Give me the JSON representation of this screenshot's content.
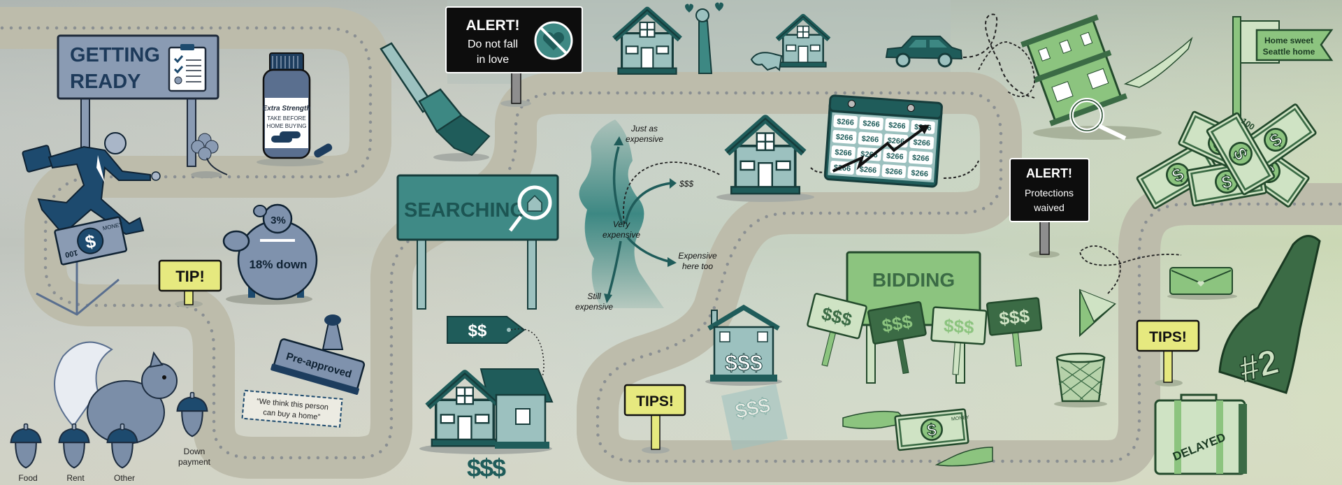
{
  "sections": {
    "getting_ready": {
      "line1": "GETTING",
      "line2": "READY"
    },
    "searching": "SEARCHING",
    "bidding": "BIDDING"
  },
  "pill_bottle": {
    "brand": "Extra Strength",
    "line1": "TAKE BEFORE",
    "line2": "HOME BUYING"
  },
  "piggy_bank": {
    "small": "3%",
    "large": "18% down"
  },
  "tips": {
    "tip_left": "TIP!",
    "tips_middle": "TIPS!",
    "tips_right": "TIPS!"
  },
  "stamp": "Pre-approved",
  "quote": {
    "line1": "“We think this person",
    "line2": "can buy a home”"
  },
  "acorns": {
    "food": "Food",
    "rent": "Rent",
    "other": "Other",
    "down_line1": "Down",
    "down_line2": "payment"
  },
  "alerts": [
    {
      "title": "ALERT!",
      "line1": "Do not fall",
      "line2": "in love"
    },
    {
      "title": "ALERT!",
      "line1": "Protections",
      "line2": "waived"
    }
  ],
  "price_tag": "$$",
  "house_price": "$$$",
  "map_labels": {
    "north_1": "Just as",
    "north_2": "expensive",
    "east": "$$$",
    "center_1": "Very",
    "center_2": "expensive",
    "southeast_1": "Expensive",
    "southeast_2": "here too",
    "south_1": "Still",
    "south_2": "expensive"
  },
  "calendar": {
    "cells": [
      "$266",
      "$266",
      "$266",
      "$266",
      "$266",
      "$266",
      "$266",
      "$266",
      "$266",
      "$266",
      "$266",
      "$266",
      "$266",
      "$266",
      "$266",
      "$266"
    ]
  },
  "bid_paddles": [
    "$$$",
    "$$$",
    "$$$",
    "$$$"
  ],
  "house_dollars": "$$$",
  "house_reflection": "$$$",
  "flag": {
    "line1": "Home sweet",
    "line2": "Seattle home"
  },
  "foam_finger": "#2",
  "suitcase": "DELAYED",
  "money": {
    "denomination": "100",
    "label": "MONEY"
  },
  "colors": {
    "navy": "#1d3d5e",
    "steel": "#8a9bb3",
    "teal_dark": "#1f5c5a",
    "teal": "#3d8883",
    "teal_light": "#9cc1bf",
    "green_dark": "#3b6b45",
    "green": "#8cc47f",
    "green_light": "#cfe3c4",
    "tip_yellow": "#e6e97f",
    "alert_black": "#0d0d0d"
  }
}
